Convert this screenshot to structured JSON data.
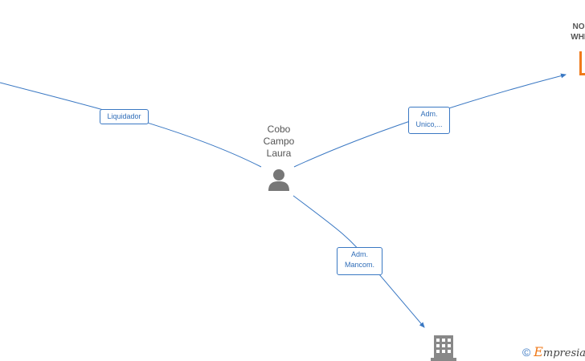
{
  "center_person": {
    "name_lines": [
      "Cobo",
      "Campo",
      "Laura"
    ],
    "icon": "person-icon"
  },
  "company_top_right": {
    "name_lines": [
      "NO",
      "WHI"
    ],
    "icon": "company-orange-icon",
    "icon_color": "#f07a1a"
  },
  "company_bottom": {
    "icon": "building-icon",
    "icon_color": "#888888"
  },
  "edges": [
    {
      "id": "liquidador",
      "label_lines": [
        "Liquidador"
      ]
    },
    {
      "id": "adm-unico",
      "label_lines": [
        "Adm.",
        "Unico,..."
      ]
    },
    {
      "id": "adm-mancom",
      "label_lines": [
        "Adm.",
        "Mancom."
      ]
    }
  ],
  "colors": {
    "edge": "#3a78c3",
    "person": "#777777",
    "accent": "#f07a1a"
  },
  "footer": {
    "copyright": "©",
    "brand_initial": "E",
    "brand_rest": "mpresia"
  }
}
